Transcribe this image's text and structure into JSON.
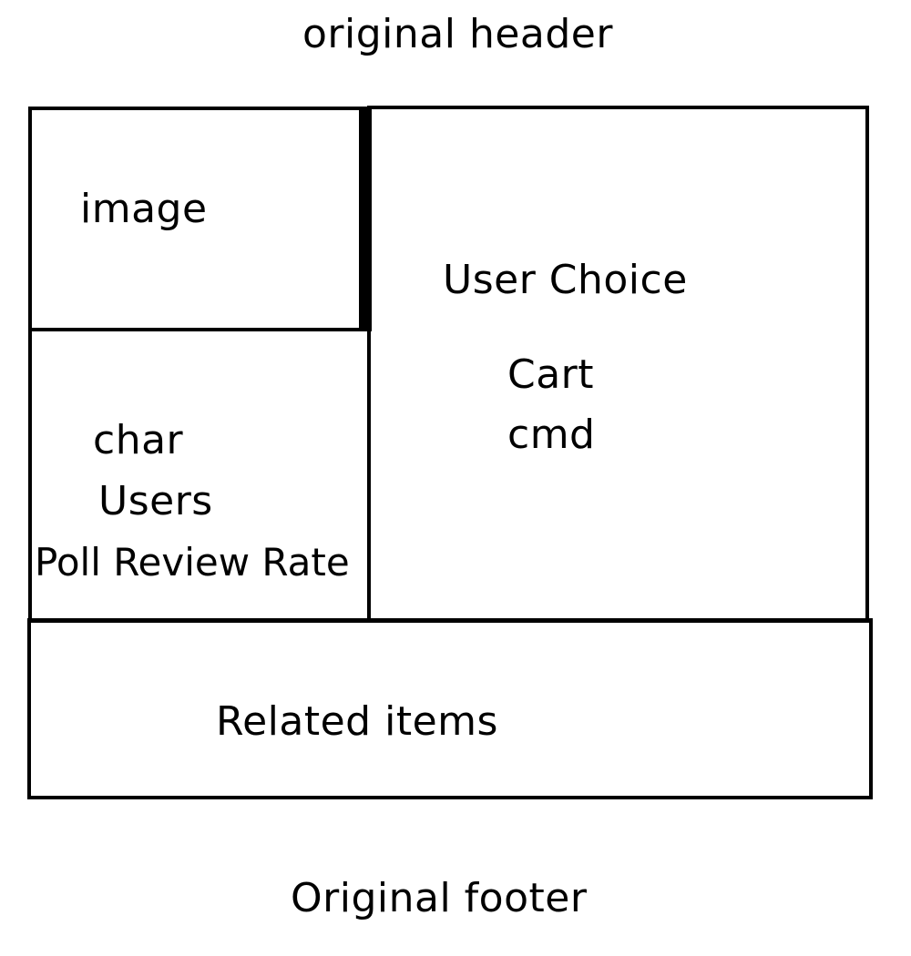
{
  "header": {
    "label": "original header"
  },
  "left_top": {
    "label": "image"
  },
  "left_bottom": {
    "line1": "char",
    "line2": "Users",
    "line3": "Poll Review Rate"
  },
  "right_panel": {
    "title": "User Choice",
    "line1": "Cart",
    "line2": "cmd"
  },
  "related": {
    "label": "Related items"
  },
  "footer": {
    "label": "Original footer"
  },
  "colors": {
    "stroke": "#000000",
    "background": "#ffffff"
  }
}
